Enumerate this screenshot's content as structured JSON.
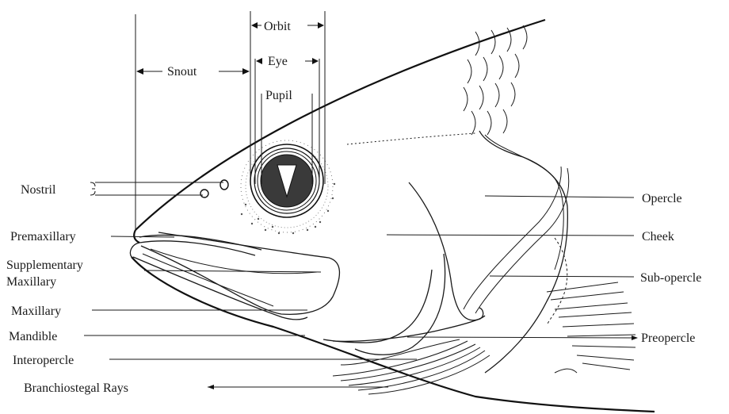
{
  "measurements": {
    "snout": "Snout",
    "orbit": "Orbit",
    "eye": "Eye",
    "pupil": "Pupil"
  },
  "labels_left": {
    "nostril": "Nostril",
    "premaxillary": "Premaxillary",
    "supplementary_line1": "Supplementary",
    "supplementary_line2": "Maxillary",
    "maxillary": "Maxillary",
    "mandible": "Mandible",
    "interopercle": "Interopercle",
    "branchiostegal": "Branchiostegal Rays"
  },
  "labels_right": {
    "opercle": "Opercle",
    "cheek": "Cheek",
    "sub_opercle": "Sub-opercle",
    "preopercle": "Preopercle"
  }
}
